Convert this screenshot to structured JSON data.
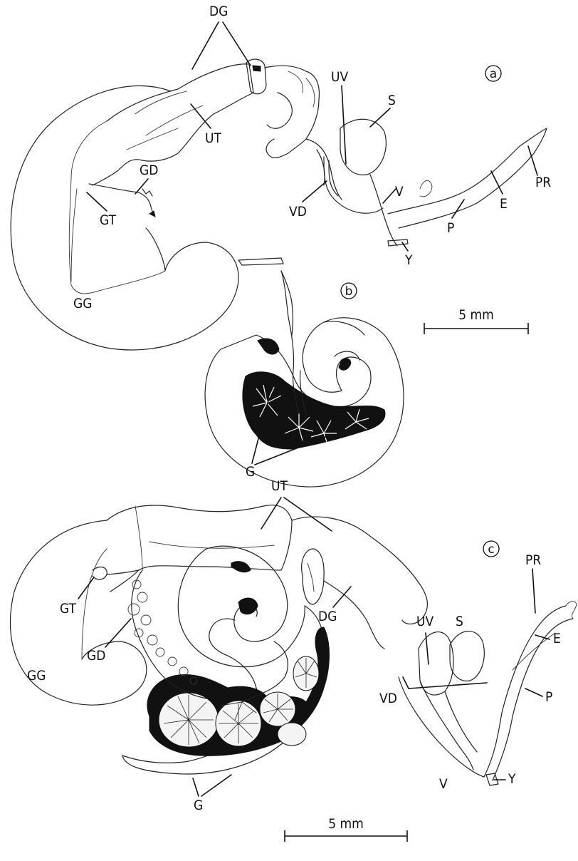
{
  "panels": {
    "a": {
      "panel_label": "a",
      "labels": {
        "DG": "DG",
        "UV": "UV",
        "S": "S",
        "UT": "UT",
        "GD": "GD",
        "GT": "GT",
        "VD": "VD",
        "V": "V",
        "PR": "PR",
        "E": "E",
        "P": "P",
        "Y": "Y",
        "GG": "GG"
      }
    },
    "b": {
      "panel_label": "b",
      "labels": {
        "G": "G"
      },
      "scale_bar": "5 mm"
    },
    "c": {
      "panel_label": "c",
      "labels": {
        "UT": "UT",
        "PR": "PR",
        "GT": "GT",
        "DG": "DG",
        "UV": "UV",
        "S": "S",
        "E": "E",
        "GD": "GD",
        "GG": "GG",
        "VD": "VD",
        "P": "P",
        "Y": "Y",
        "V": "V",
        "G": "G"
      },
      "scale_bar": "5 mm"
    }
  },
  "colors": {
    "ink": "#111111",
    "paper": "#ffffff"
  }
}
